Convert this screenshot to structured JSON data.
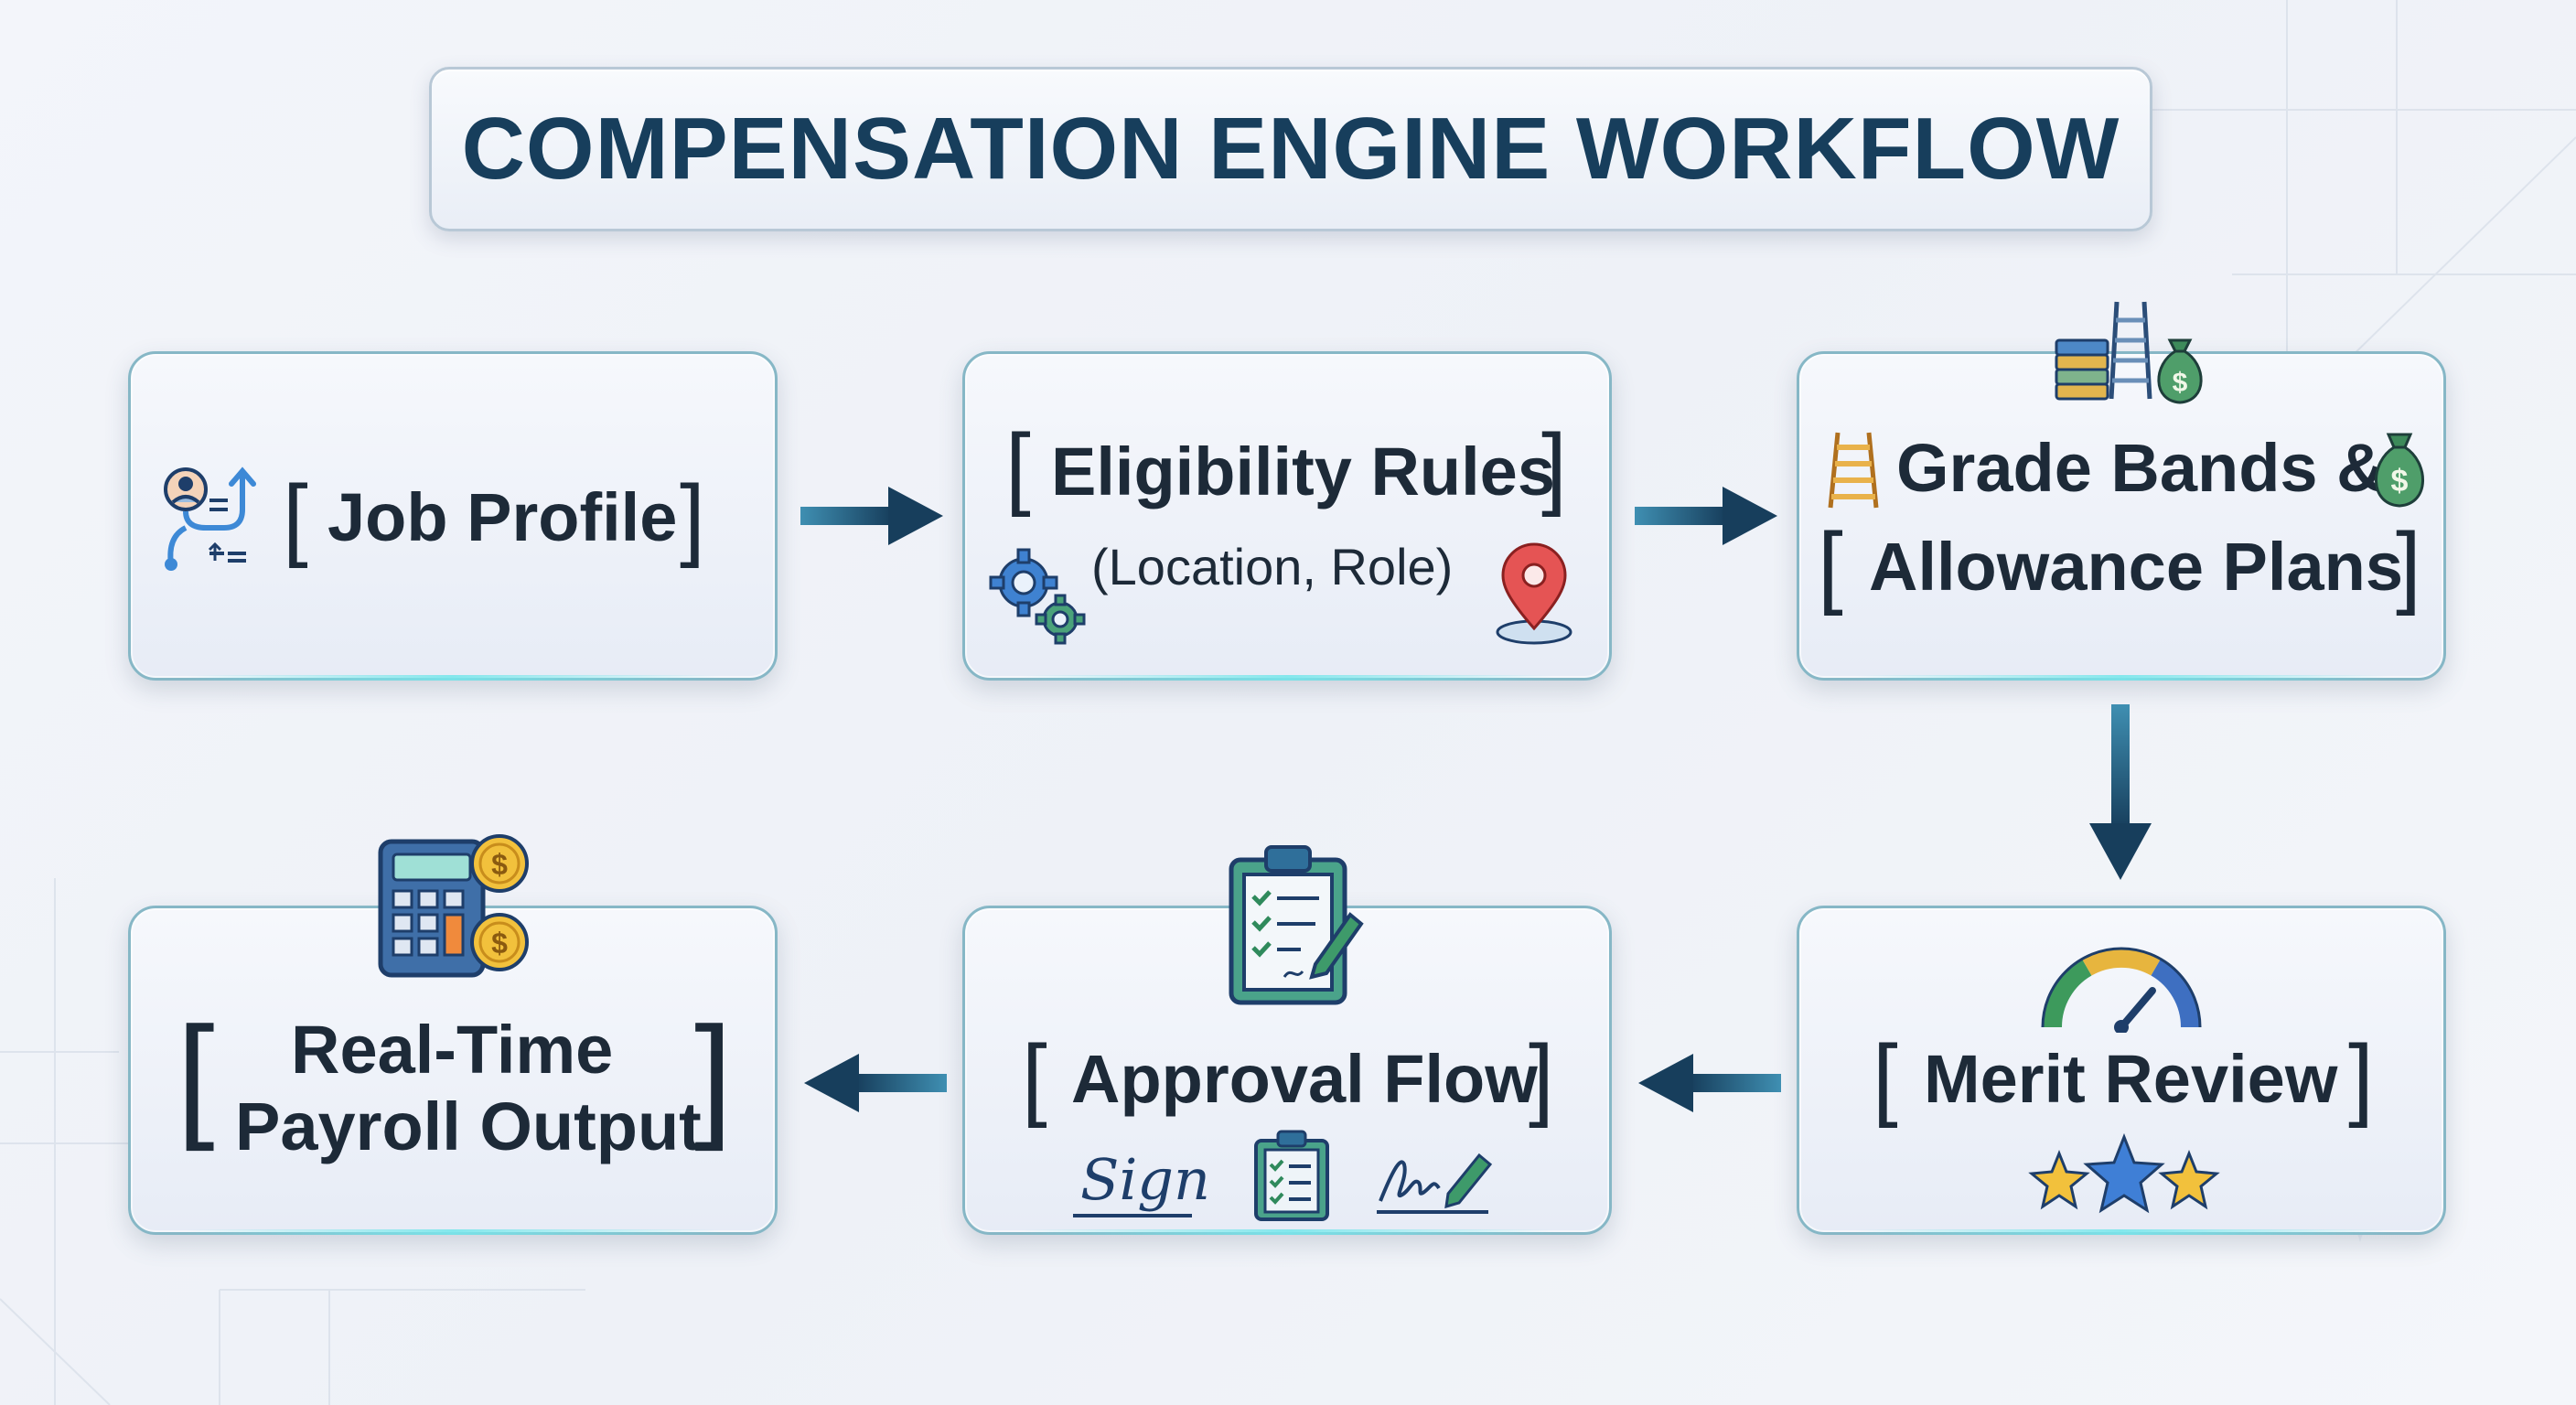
{
  "title": "COMPENSATION ENGINE WORKFLOW",
  "nodes": {
    "job_profile": {
      "label": "Job Profile"
    },
    "eligibility": {
      "label": "Eligibility Rules",
      "detail": "(Location, Role)"
    },
    "grade_bands": {
      "line1": "Grade Bands &",
      "line2": "Allowance Plans"
    },
    "merit_review": {
      "label": "Merit Review"
    },
    "approval_flow": {
      "label": "Approval Flow",
      "sign_text": "Sign"
    },
    "payroll_output": {
      "line1": "Real-Time",
      "line2": "Payroll Output"
    }
  },
  "bracket_open": "[",
  "bracket_close": "]",
  "icons": [
    "user-path-icon",
    "gears-icon",
    "location-pin-icon",
    "ladder-icon",
    "money-bag-icon",
    "coin-stack-icon",
    "gauge-icon",
    "stars-icon",
    "clipboard-checklist-icon",
    "signature-icon",
    "calculator-icon",
    "coins-icon"
  ],
  "colors": {
    "title": "#173e5c",
    "arrow": "#1d4a6a",
    "card_border": "#86b7c6",
    "text": "#1d2a38"
  }
}
